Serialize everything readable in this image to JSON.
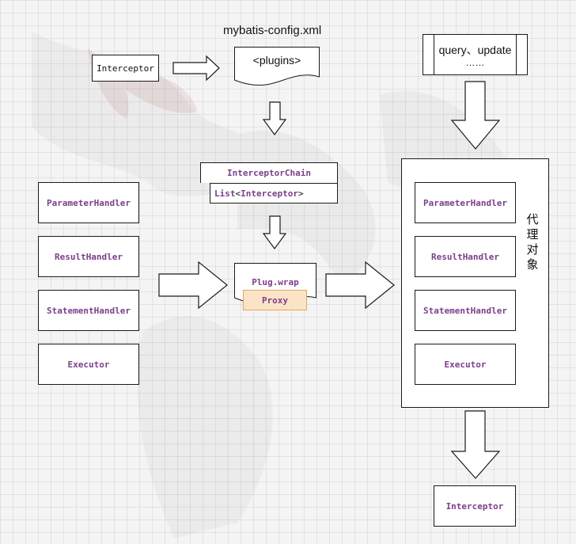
{
  "config_file": {
    "title": "mybatis-config.xml",
    "plugins_tag": "<plugins>"
  },
  "interceptor_top": {
    "label": "Interceptor"
  },
  "methods_box": {
    "line1": "query、update",
    "line2": "……"
  },
  "chain": {
    "title": "InterceptorChain",
    "list_prefix": "List",
    "list_lt": "<",
    "list_type": "Interceptor",
    "list_gt": ">"
  },
  "left_column": {
    "items": [
      {
        "label": "ParameterHandler"
      },
      {
        "label": "ResultHandler"
      },
      {
        "label": "StatementHandler"
      },
      {
        "label": "Executor"
      }
    ]
  },
  "wrap": {
    "label": "Plug.wrap",
    "proxy": "Proxy"
  },
  "right_column": {
    "items": [
      {
        "label": "ParameterHandler"
      },
      {
        "label": "ResultHandler"
      },
      {
        "label": "StatementHandler"
      },
      {
        "label": "Executor"
      }
    ],
    "side_label": [
      "代",
      "理",
      "对",
      "象"
    ]
  },
  "interceptor_bottom": {
    "label": "Interceptor"
  },
  "colors": {
    "text_purple": "#7a3f8a",
    "proxy_fill": "#fbe3c8",
    "proxy_border": "#e3a857",
    "stroke": "#1a1a1a"
  }
}
